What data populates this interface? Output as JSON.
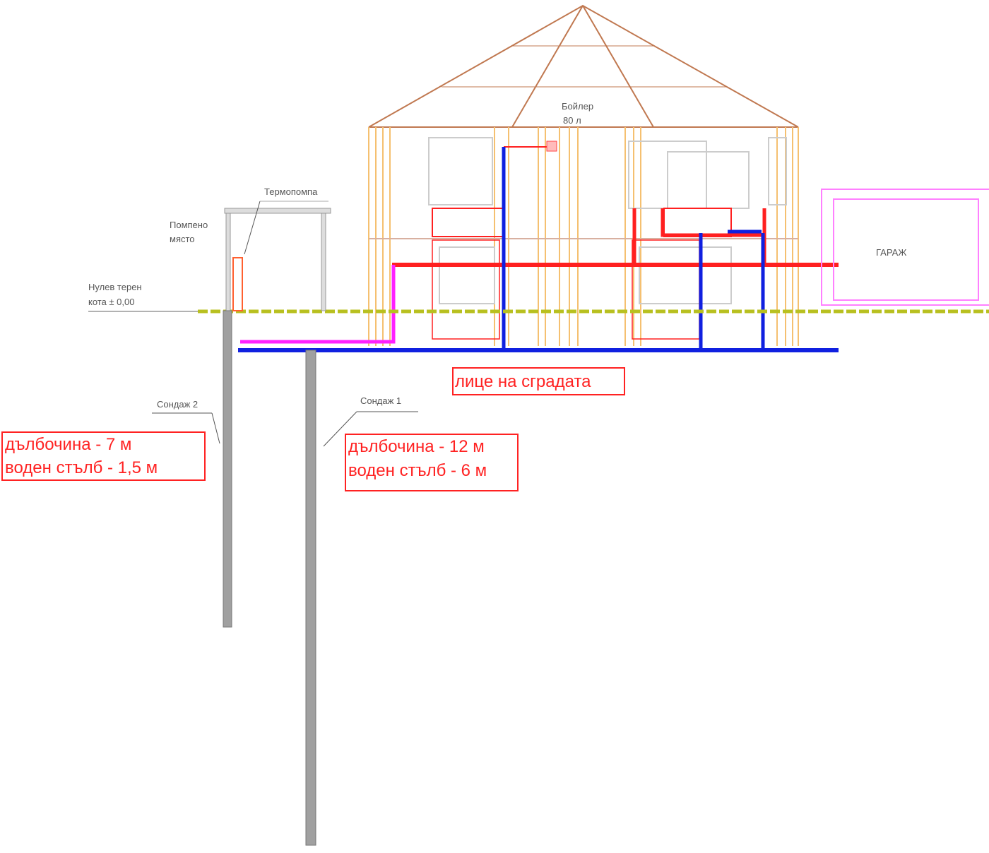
{
  "labels": {
    "boiler_line1": "Бойлер",
    "boiler_line2": "80 л",
    "heat_pump": "Термопомпа",
    "pump_room_line1": "Помпено",
    "pump_room_line2": "място",
    "ground_line1": "Нулев терен",
    "ground_line2": "кота ± 0,00",
    "garage": "ГАРАЖ",
    "facade": "лице на сградата",
    "well2": "Сондаж 2",
    "well1": "Сондаж 1",
    "well2_depth": "дълбочина - 7 м",
    "well2_water": "воден стълб - 1,5 м",
    "well1_depth": "дълбочина - 12 м",
    "well1_water": "воден стълб - 6 м"
  },
  "colors": {
    "hot": "#ff2020",
    "cold": "#1020e0",
    "loop": "#ff20ff",
    "wall": "#f5c070",
    "roof": "#c07850",
    "ground": "#b8c020",
    "well": "#9a9a9a",
    "garage": "#ff80ff"
  }
}
